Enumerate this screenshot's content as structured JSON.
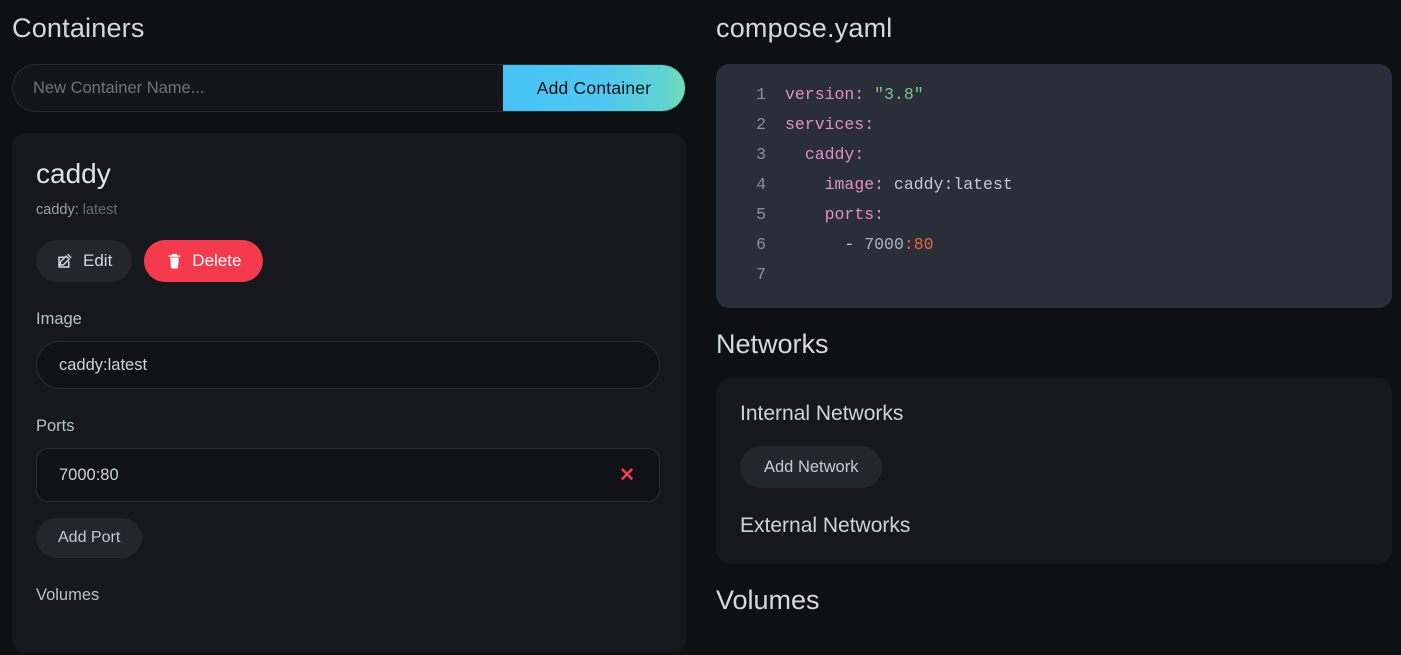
{
  "left": {
    "heading": "Containers",
    "new_container": {
      "placeholder": "New Container Name...",
      "value": "",
      "add_label": "Add Container"
    },
    "container": {
      "name": "caddy",
      "sub_name": "caddy:",
      "sub_tag": "latest",
      "edit_label": "Edit",
      "delete_label": "Delete",
      "image_label": "Image",
      "image_value": "caddy:latest",
      "ports_label": "Ports",
      "ports": [
        {
          "value": "7000:80",
          "remove_glyph": "✕"
        }
      ],
      "add_port_label": "Add Port",
      "volumes_label": "Volumes"
    }
  },
  "right": {
    "compose_heading": "compose.yaml",
    "code": {
      "lines": [
        {
          "n": "1",
          "tokens": [
            {
              "t": "key",
              "v": "version:"
            },
            {
              "t": "plain",
              "v": " "
            },
            {
              "t": "str",
              "v": "\"3.8\""
            }
          ]
        },
        {
          "n": "2",
          "tokens": [
            {
              "t": "key",
              "v": "services:"
            }
          ]
        },
        {
          "n": "3",
          "tokens": [
            {
              "t": "plain",
              "v": "  "
            },
            {
              "t": "key",
              "v": "caddy:"
            }
          ]
        },
        {
          "n": "4",
          "tokens": [
            {
              "t": "plain",
              "v": "    "
            },
            {
              "t": "key",
              "v": "image:"
            },
            {
              "t": "plain",
              "v": " caddy:latest"
            }
          ]
        },
        {
          "n": "5",
          "tokens": [
            {
              "t": "plain",
              "v": "    "
            },
            {
              "t": "key",
              "v": "ports:"
            }
          ]
        },
        {
          "n": "6",
          "tokens": [
            {
              "t": "plain",
              "v": "      "
            },
            {
              "t": "punct",
              "v": "- "
            },
            {
              "t": "num",
              "v": "7000"
            },
            {
              "t": "port",
              "v": ":80"
            }
          ]
        },
        {
          "n": "7",
          "tokens": []
        }
      ]
    },
    "networks_heading": "Networks",
    "internal_networks_label": "Internal Networks",
    "add_network_label": "Add Network",
    "external_networks_label": "External Networks",
    "volumes_heading": "Volumes"
  },
  "colors": {
    "page_bg": "#0e1014",
    "card_bg": "#16181d",
    "code_bg": "#2a2e38",
    "accent_start": "#46c3f5",
    "accent_end": "#74dbb7",
    "danger": "#f43b4d",
    "yaml_key": "#e290c5",
    "yaml_string": "#74c990",
    "yaml_port": "#e8683f"
  }
}
